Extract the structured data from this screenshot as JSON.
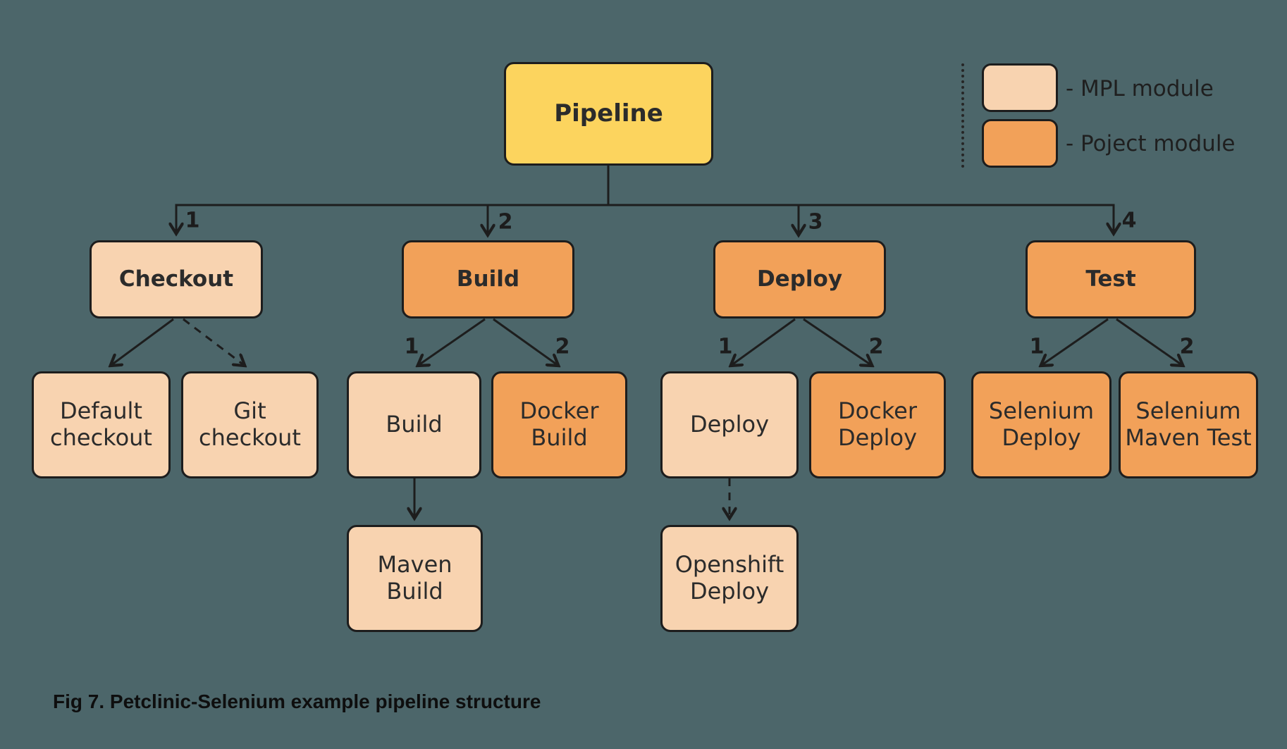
{
  "colors": {
    "bg": "#4c666a",
    "mpl": "#f8d3b0",
    "project": "#f2a159",
    "pipeline": "#fcd45e",
    "stroke": "#1d1d1d",
    "text": "#2b2b2b"
  },
  "root": {
    "label": "Pipeline"
  },
  "legend": {
    "items": [
      {
        "type": "mpl",
        "label": "- MPL module"
      },
      {
        "type": "project",
        "label": "- Poject module"
      }
    ]
  },
  "stages": [
    {
      "num": "1",
      "label": "Checkout",
      "type": "mpl",
      "children": [
        {
          "num": "",
          "label": "Default checkout",
          "type": "mpl",
          "edge": "solid"
        },
        {
          "num": "",
          "label": "Git checkout",
          "type": "mpl",
          "edge": "dashed"
        }
      ]
    },
    {
      "num": "2",
      "label": "Build",
      "type": "project",
      "children": [
        {
          "num": "1",
          "label": "Build",
          "type": "mpl",
          "edge": "solid",
          "children": [
            {
              "label": "Maven Build",
              "type": "mpl",
              "edge": "solid"
            }
          ]
        },
        {
          "num": "2",
          "label": "Docker Build",
          "type": "project",
          "edge": "solid"
        }
      ]
    },
    {
      "num": "3",
      "label": "Deploy",
      "type": "project",
      "children": [
        {
          "num": "1",
          "label": "Deploy",
          "type": "mpl",
          "edge": "solid",
          "children": [
            {
              "label": "Openshift Deploy",
              "type": "mpl",
              "edge": "dashed"
            }
          ]
        },
        {
          "num": "2",
          "label": "Docker Deploy",
          "type": "project",
          "edge": "solid"
        }
      ]
    },
    {
      "num": "4",
      "label": "Test",
      "type": "project",
      "children": [
        {
          "num": "1",
          "label": "Selenium Deploy",
          "type": "project",
          "edge": "solid"
        },
        {
          "num": "2",
          "label": "Selenium Maven Test",
          "type": "project",
          "edge": "solid"
        }
      ]
    }
  ],
  "caption": "Fig 7. Petclinic-Selenium example pipeline structure"
}
